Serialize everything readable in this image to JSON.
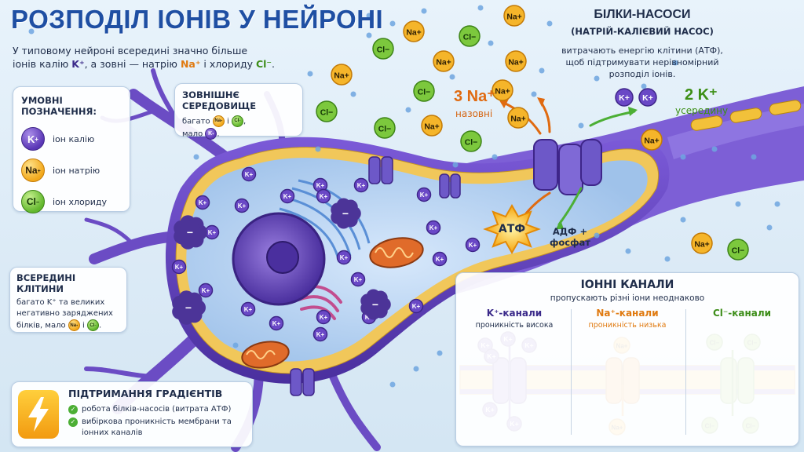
{
  "title": "РОЗПОДІЛ ІОНІВ У НЕЙРОНІ",
  "subtitle": {
    "line1": "У типовому нейроні всередині значно більше",
    "line2_a": "іонів калію ",
    "k": "K⁺",
    "line2_b": ", а зовні — натрію ",
    "na": "Na⁺",
    "line2_c": " і хлориду ",
    "cl": "Cl⁻",
    "line2_d": "."
  },
  "ion_symbols": {
    "k": "K",
    "na": "Na",
    "cl": "Cl",
    "k_charge": "+",
    "na_charge": "+",
    "cl_charge": "−",
    "protein_charge": "−"
  },
  "legend": {
    "title": "УМОВНІ ПОЗНАЧЕННЯ:",
    "items": [
      {
        "ion": "k",
        "label": "іон калію"
      },
      {
        "ion": "na",
        "label": "іон натрію"
      },
      {
        "ion": "cl",
        "label": "іон хлориду"
      }
    ]
  },
  "outside": {
    "title": "ЗОВНІШНЄ СЕРЕДОВИЩЕ",
    "text_a": "багато",
    "text_b": "і",
    "text_c": ",",
    "text_d": "мало",
    "text_e": "."
  },
  "inside": {
    "title": "ВСЕРЕДИНІ КЛІТИНИ",
    "line1": "багато K⁺ та великих",
    "line2": "негативно заряджених",
    "line3_a": "білків, мало",
    "line3_b": "і",
    "line3_c": "."
  },
  "pumps": {
    "title": "БІЛКИ-НАСОСИ",
    "subtitle": "(НАТРІЙ-КАЛІЄВИЙ НАСОС)",
    "desc_line1": "витрачають енергію клітини (АТФ),",
    "desc_line2": "щоб підтримувати нерівномірний",
    "desc_line3": "розподіл іонів.",
    "na_out": "3 Na⁺",
    "na_out_sub": "назовні",
    "k_in": "2 K⁺",
    "k_in_sub": "усередину",
    "atp": "АТФ",
    "adp_line1": "АДФ +",
    "adp_line2": "фосфат"
  },
  "channels": {
    "title": "ІОННІ КАНАЛИ",
    "subtitle": "пропускають різні іони неоднаково",
    "columns": [
      {
        "title": "K⁺-канали",
        "perm": "проникність висока",
        "color": "#3b2a8a"
      },
      {
        "title": "Na⁺-канали",
        "perm": "проникність низька",
        "color": "#e07a10"
      },
      {
        "title": "Cl⁻-канали",
        "perm": "",
        "color": "#3e8e1a"
      }
    ]
  },
  "gradients": {
    "title": "ПІДТРИМАННЯ ГРАДІЄНТІВ",
    "items": [
      "робота білків-насосів (витрата АТФ)",
      "вибіркова проникність мембрани та іонних каналів"
    ]
  },
  "colors": {
    "potassium": "#5a36b6",
    "sodium": "#f2a81b",
    "chloride": "#62b72d",
    "title": "#1f4fa3",
    "neuron": "#6b4cc4",
    "cytoplasm": "#b8d4f2"
  }
}
